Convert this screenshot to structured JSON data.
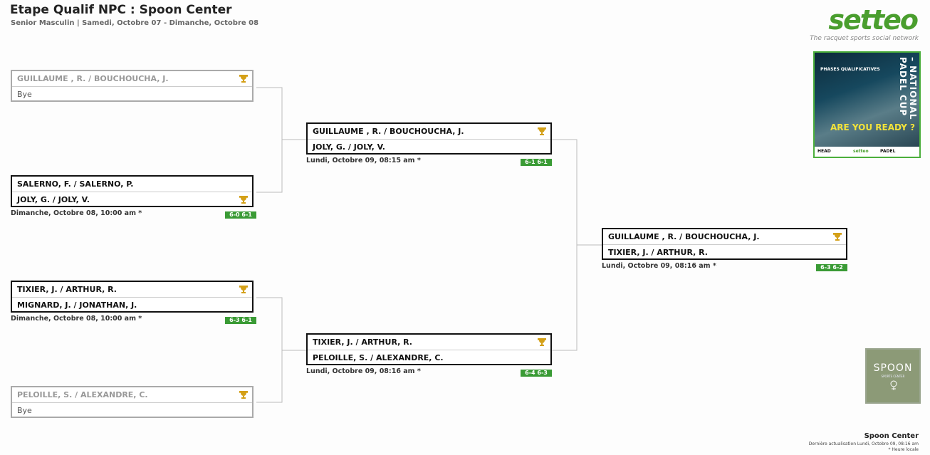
{
  "header": {
    "title": "Etape Qualif NPC : Spoon Center",
    "subtitle": "Senior Masculin | Samedi, Octobre 07 - Dimanche, Octobre 08"
  },
  "bracket": {
    "round1": [
      {
        "team1": "GUILLAUME , R. / BOUCHOUCHA, J.",
        "team2": "Bye",
        "winner": 1,
        "bye": true,
        "date": "",
        "score": ""
      },
      {
        "team1": "SALERNO, F. / SALERNO, P.",
        "team2": "JOLY, G. / JOLY, V.",
        "winner": 2,
        "bye": false,
        "date": "Dimanche, Octobre 08, 10:00 am *",
        "score": "6-0  6-1"
      },
      {
        "team1": "TIXIER, J. / ARTHUR, R.",
        "team2": "MIGNARD, J. / JONATHAN, J.",
        "winner": 1,
        "bye": false,
        "date": "Dimanche, Octobre 08, 10:00 am *",
        "score": "6-3  6-1"
      },
      {
        "team1": "PELOILLE, S. / ALEXANDRE, C.",
        "team2": "Bye",
        "winner": 1,
        "bye": true,
        "date": "",
        "score": ""
      }
    ],
    "round2": [
      {
        "team1": "GUILLAUME , R. / BOUCHOUCHA, J.",
        "team2": "JOLY, G. / JOLY, V.",
        "winner": 1,
        "date": "Lundi, Octobre 09, 08:15 am *",
        "score": "6-1  6-1"
      },
      {
        "team1": "TIXIER, J. / ARTHUR, R.",
        "team2": "PELOILLE, S. / ALEXANDRE, C.",
        "winner": 1,
        "date": "Lundi, Octobre 09, 08:16 am *",
        "score": "6-4  6-3"
      }
    ],
    "final": {
      "team1": "GUILLAUME , R. / BOUCHOUCHA, J.",
      "team2": "TIXIER, J. / ARTHUR, R.",
      "winner": 1,
      "date": "Lundi, Octobre 09, 08:16 am *",
      "score": "6-3  6-2"
    }
  },
  "branding": {
    "logo": "setteo",
    "tagline": "The racquet sports social network",
    "poster": {
      "side_text": "– NATIONAL PADEL CUP",
      "header": "PHASES QUALIFICATIVES",
      "ready": "ARE YOU READY ?",
      "brands": [
        "HEAD",
        "setteo",
        "PADEL"
      ]
    },
    "spoon": {
      "name": "SPOON",
      "sub": "SPORTS CENTER",
      "icon": "tennis-ball-icon"
    }
  },
  "footer": {
    "venue": "Spoon Center",
    "updated": "Dernière actualisation Lundi, Octobre 09, 08:16 am",
    "tz_note": "* Heure locale"
  },
  "colors": {
    "score_bg": "#3a9b35",
    "trophy": "#d4a017",
    "brand_green": "#4a9e2e"
  }
}
